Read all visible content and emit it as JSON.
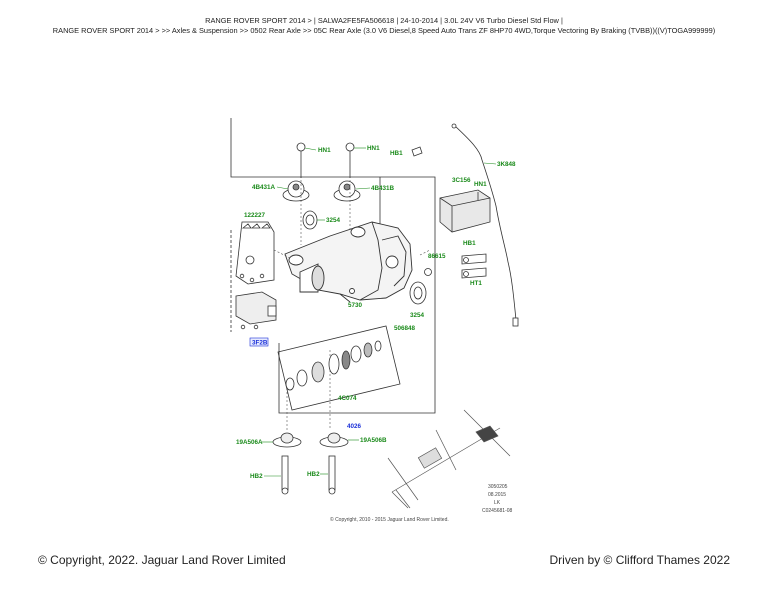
{
  "header": {
    "line1": "RANGE ROVER SPORT 2014 > | SALWA2FE5FA506618 | 24-10-2014 | 3.0L 24V V6 Turbo Diesel Std Flow |",
    "line2": "RANGE ROVER SPORT 2014 > >> Axles & Suspension >> 0502 Rear Axle >> 05C Rear Axle (3.0 V6 Diesel,8 Speed Auto Trans ZF 8HP70 4WD,Torque Vectoring By Braking (TVBB))((V)TOGA999999)"
  },
  "callouts": {
    "hn1_a": "HN1",
    "hn1_b": "HN1",
    "hb1_top": "HB1",
    "k848": "3K848",
    "c156": "3C156",
    "hn1_c": "HN1",
    "b431a": "4B431A",
    "b431b": "4B431B",
    "n122227": "122227",
    "n3254_a": "3254",
    "n3f2b": "3F2B",
    "hb1_right": "HB1",
    "n86615": "86615",
    "ht1": "HT1",
    "n5730": "5730",
    "n3254_b": "3254",
    "n506848": "506848",
    "c074": "4C074",
    "n4026": "4026",
    "a506a": "19A506A",
    "a506b": "19A506B",
    "hb2_a": "HB2",
    "hb2_b": "HB2"
  },
  "image_meta": {
    "line1": "3050205",
    "line2": "08.2015",
    "line3": "LK",
    "line4": "C0245681-08"
  },
  "diagram_copyright": "© Copyright, 2010 - 2015 Jaguar Land Rover Limited.",
  "footer": {
    "left": "© Copyright, 2022. Jaguar Land Rover Limited",
    "right": "Driven by © Clifford Thames 2022"
  },
  "colors": {
    "callout_green": "#1a8a1a",
    "callout_blue": "#1a2fd8",
    "line_art": "#333333"
  }
}
